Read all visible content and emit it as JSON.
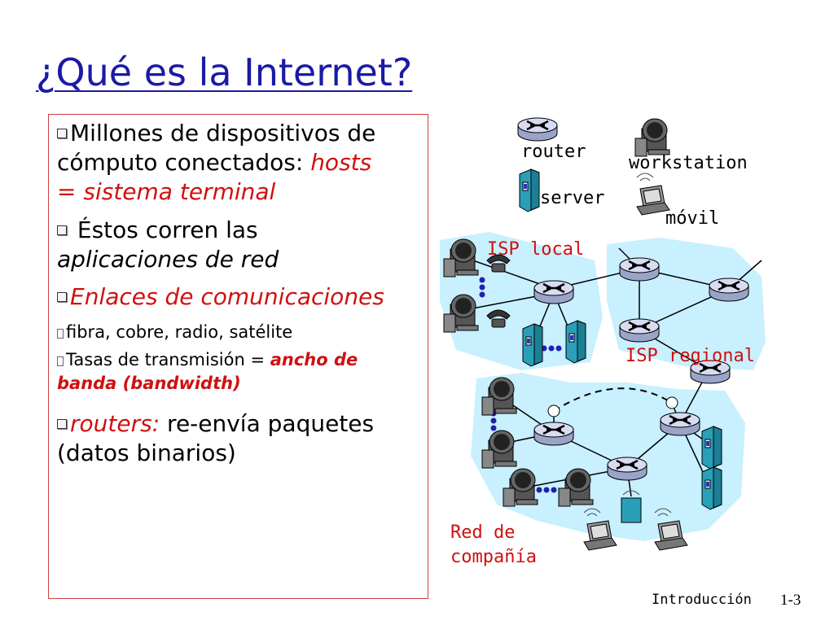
{
  "title": "¿Qué es la Internet?",
  "bullets": {
    "b1_a": "Millones de dispositivos de",
    "b1_b": "cómputo conectados: ",
    "b1_hosts": "hosts",
    "b1_c": "= sistema terminal",
    "b2_a": " Éstos corren las",
    "b2_b": "aplicaciones de red",
    "b3": "Enlaces de comunicaciones",
    "b3_sub1": "fibra, cobre, radio, satélite",
    "b3_sub2_a": "Tasas de transmisión = ",
    "b3_sub2_b": "ancho de",
    "b3_sub2_c": "banda (bandwidth)",
    "b4_a": "routers:",
    "b4_b": " re-envía paquetes",
    "b4_c": "(datos binarios)"
  },
  "legend": {
    "router": "router",
    "workstation": "workstation",
    "server": "server",
    "mobile": "móvil"
  },
  "network": {
    "isp_local": "ISP local",
    "isp_regional": "ISP regional",
    "company_net_line1": "Red de",
    "company_net_line2": "compañía"
  },
  "footer": {
    "chapter": "Introducción",
    "page": "1-3"
  },
  "colors": {
    "title": "#1a1aa6",
    "accent_red": "#d01010",
    "network_cloud": "#c8f0ff",
    "box_border": "#d04040"
  }
}
